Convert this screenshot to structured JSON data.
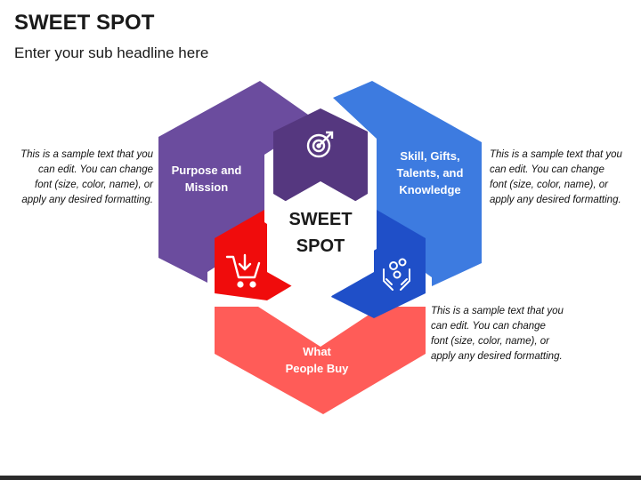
{
  "title": "SWEET SPOT",
  "subtitle": "Enter your sub headline here",
  "center": {
    "line1": "SWEET",
    "line2": "SPOT"
  },
  "segments": {
    "purpose": {
      "line1": "Purpose and",
      "line2": "Mission",
      "color": "#6B4C9E",
      "inner_color": "#55377F",
      "icon": "target-icon"
    },
    "skill": {
      "line1": "Skill, Gifts,",
      "line2": "Talents, and",
      "line3": "Knowledge",
      "color": "#3D7BE0",
      "inner_color": "#1F4FC8",
      "icon": "hands-gears-icon"
    },
    "buy": {
      "line1": "What",
      "line2": "People Buy",
      "color": "#FF5C58",
      "inner_color": "#F00C0C",
      "icon": "shopping-cart-icon"
    }
  },
  "notes": {
    "left": "This is a sample text that you can edit. You can change font (size, color, name), or apply any desired formatting.",
    "right": "This is a sample text that you can edit. You can change font (size, color, name), or apply any desired formatting.",
    "bottom": "This is a sample text that you can edit. You can change font (size, color, name), or apply any desired formatting."
  }
}
